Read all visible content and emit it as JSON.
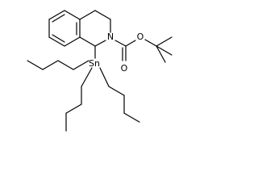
{
  "molecule": {
    "atoms": {
      "n": "N",
      "o_carbonyl": "O",
      "o_ester": "O",
      "sn": "Sn"
    },
    "colors": {
      "bond": "#000000",
      "label": "#000000",
      "background": "#ffffff"
    }
  }
}
